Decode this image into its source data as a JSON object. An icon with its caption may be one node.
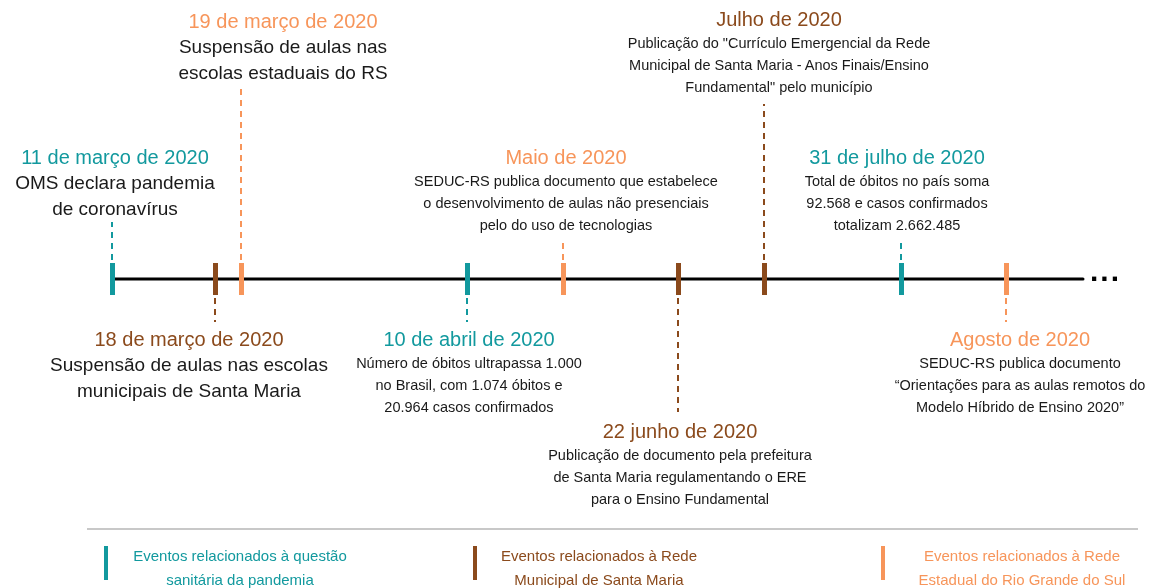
{
  "diagram": {
    "nodes": [
      {
        "text": [
          "11 de março de 2020",
          "OMS declara pandemia de coronavírus"
        ]
      },
      {
        "text": [
          "18 de março de 2020",
          "Suspensão de aulas nas escolas municipais de Santa Maria"
        ]
      },
      {
        "text": [
          "19 de março de 2020",
          "Suspensão de aulas nas escolas estaduais do RS"
        ]
      },
      {
        "text": [
          "10 de abril de 2020",
          "Número de óbitos ultrapassa 1.000 no Brasil, com 1.074 óbitos e 20.964 casos confirmados"
        ]
      },
      {
        "text": [
          "Maio de 2020",
          "SEDUC-RS publica documento que estabelece o desenvolvimento de aulas não presenciais pelo do uso de tecnologias"
        ]
      },
      {
        "text": [
          "22 junho de 2020",
          "Publicação de documento pela prefeitura de Santa Maria regulamentando o ERE para o Ensino Fundamental"
        ]
      },
      {
        "text": [
          "Julho de 2020",
          "Publicação do \"Currículo Emergencial da Rede Municipal de Santa Maria - Anos Finais/Ensino Fundamental\" pelo município"
        ]
      },
      {
        "text": [
          "31 de julho de 2020",
          "Total de óbitos no país soma 92.568 e casos confirmados totalizam 2.662.485"
        ]
      },
      {
        "text": [
          "Agosto de 2020",
          "SEDUC-RS publica documento “Orientações para as aulas remotos do Modelo Híbrido de Ensino 2020”"
        ]
      },
      {
        "text": [],
        "shape": "bar"
      },
      {
        "text": [],
        "shape": "bar"
      },
      {
        "text": [],
        "shape": "bar"
      },
      {
        "text": [],
        "shape": "bar"
      },
      {
        "text": [],
        "shape": "bar"
      },
      {
        "text": [],
        "shape": "bar"
      },
      {
        "text": [],
        "shape": "bar"
      },
      {
        "text": [],
        "shape": "bar"
      },
      {
        "text": [],
        "shape": "bar"
      }
    ],
    "edges": [
      {
        "from": 9,
        "to": 0,
        "arrow": "none",
        "style": "dashed",
        "color": "#12999e"
      },
      {
        "from": 10,
        "to": 1,
        "arrow": "none",
        "style": "dashed",
        "color": "#8b4a1c"
      },
      {
        "from": 11,
        "to": 2,
        "arrow": "none",
        "style": "dashed",
        "color": "#f7955a"
      },
      {
        "from": 12,
        "to": 3,
        "arrow": "none",
        "style": "dashed",
        "color": "#12999e"
      },
      {
        "from": 13,
        "to": 4,
        "arrow": "none",
        "style": "dashed",
        "color": "#f7955a"
      },
      {
        "from": 14,
        "to": 5,
        "arrow": "none",
        "style": "dashed",
        "color": "#8b4a1c"
      },
      {
        "from": 15,
        "to": 6,
        "arrow": "none",
        "style": "dashed",
        "color": "#8b4a1c"
      },
      {
        "from": 16,
        "to": 7,
        "arrow": "none",
        "style": "dashed",
        "color": "#12999e"
      },
      {
        "from": 17,
        "to": 8,
        "arrow": "none",
        "style": "dashed",
        "color": "#f7955a"
      }
    ],
    "labels": [
      "..."
    ],
    "legend": [
      {
        "text": "Eventos relacionados à questão sanitária da pandemia",
        "color": "#12999e"
      },
      {
        "text": "Eventos relacionados à Rede Municipal de Santa Maria",
        "color": "#8b4a1c"
      },
      {
        "text": "Eventos relacionados à Rede Estadual do Rio Grande do Sul",
        "color": "#f7955a"
      }
    ]
  }
}
